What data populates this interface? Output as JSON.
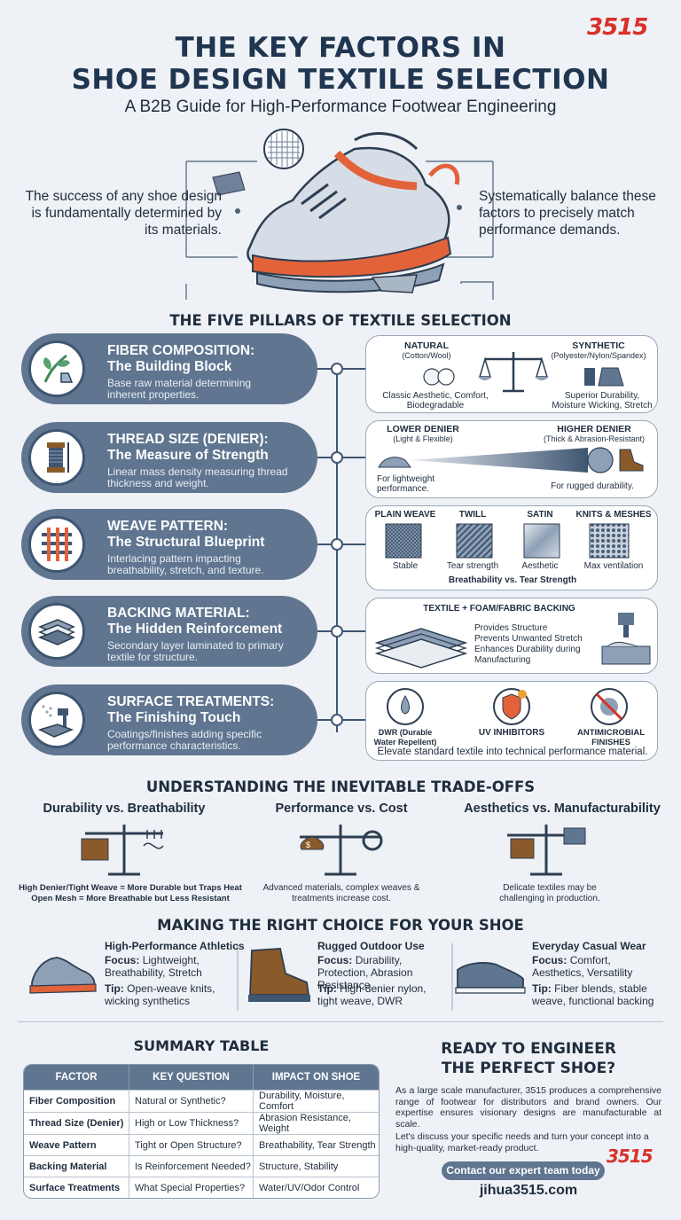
{
  "header": {
    "title_line1": "THE KEY FACTORS IN",
    "title_line2": "SHOE DESIGN TEXTILE SELECTION",
    "subtitle": "A B2B Guide for High-Performance Footwear Engineering",
    "logo": "3515"
  },
  "intro": {
    "left": "The success of any shoe design is fundamentally determined by its materials.",
    "right": "Systematically balance these factors to precisely match performance demands."
  },
  "pillars_heading": "THE FIVE PILLARS OF TEXTILE SELECTION",
  "pillars": [
    {
      "title": "FIBER COMPOSITION:",
      "subtitle": "The Building Block",
      "desc": "Base raw material determining inherent properties.",
      "icon": "leaf-fiber-icon"
    },
    {
      "title": "THREAD SIZE (DENIER):",
      "subtitle": "The Measure of Strength",
      "desc": "Linear mass density measuring thread thickness and weight.",
      "icon": "spool-icon"
    },
    {
      "title": "WEAVE PATTERN:",
      "subtitle": "The Structural Blueprint",
      "desc": "Interlacing pattern impacting breathability, stretch, and texture.",
      "icon": "weave-icon"
    },
    {
      "title": "BACKING MATERIAL:",
      "subtitle": "The Hidden Reinforcement",
      "desc": "Secondary layer laminated to primary textile for structure.",
      "icon": "layers-icon"
    },
    {
      "title": "SURFACE TREATMENTS:",
      "subtitle": "The Finishing Touch",
      "desc": "Coatings/finishes adding specific performance characteristics.",
      "icon": "spray-gun-icon"
    }
  ],
  "panels": {
    "fiber": {
      "natural_label": "NATURAL",
      "natural_sub": "(Cotton/Wool)",
      "natural_desc": "Classic Aesthetic, Comfort, Biodegradable",
      "synthetic_label": "SYNTHETIC",
      "synthetic_sub": "(Polyester/Nylon/Spandex)",
      "synthetic_desc": "Superior Durability, Moisture Wicking, Stretch"
    },
    "denier": {
      "lower_label": "LOWER DENIER",
      "lower_sub": "(Light & Flexible)",
      "lower_desc": "For lightweight performance.",
      "higher_label": "HIGHER DENIER",
      "higher_sub": "(Thick & Abrasion-Resistant)",
      "higher_desc": "For rugged durability."
    },
    "weave": {
      "items": [
        {
          "name": "PLAIN WEAVE",
          "desc": "Stable"
        },
        {
          "name": "TWILL",
          "desc": "Tear strength"
        },
        {
          "name": "SATIN",
          "desc": "Aesthetic"
        },
        {
          "name": "KNITS & MESHES",
          "desc": "Max ventilation"
        }
      ],
      "footer": "Breathability vs. Tear Strength"
    },
    "backing": {
      "heading": "TEXTILE + FOAM/FABRIC BACKING",
      "bullets": [
        "Provides Structure",
        "Prevents Unwanted Stretch",
        "Enhances Durability during Manufacturing"
      ]
    },
    "treatments": {
      "items": [
        {
          "name": "DWR (Durable Water Repellent)"
        },
        {
          "name": "UV INHIBITORS"
        },
        {
          "name": "ANTIMICROBIAL FINISHES"
        }
      ],
      "footer": "Elevate standard textile into technical performance material."
    }
  },
  "tradeoffs": {
    "heading": "UNDERSTANDING THE INEVITABLE TRADE-OFFS",
    "items": [
      {
        "title": "Durability vs. Breathability",
        "line1": "High Denier/Tight Weave = More Durable but Traps Heat",
        "line2": "Open Mesh = More Breathable but Less Resistant"
      },
      {
        "title": "Performance vs. Cost",
        "line1": "Advanced materials, complex weaves &",
        "line2": "treatments increase cost."
      },
      {
        "title": "Aesthetics vs. Manufacturability",
        "line1": "Delicate textiles may be",
        "line2": "challenging in production."
      }
    ]
  },
  "choice": {
    "heading": "MAKING THE RIGHT CHOICE FOR YOUR SHOE",
    "items": [
      {
        "title": "High-Performance Athletics",
        "focus_label": "Focus:",
        "focus": "Lightweight, Breathability, Stretch",
        "tip_label": "Tip:",
        "tip": "Open-weave knits, wicking synthetics"
      },
      {
        "title": "Rugged Outdoor Use",
        "focus_label": "Focus:",
        "focus": "Durability, Protection, Abrasion Resistance",
        "tip_label": "Tip:",
        "tip": "High-denier nylon, tight weave, DWR"
      },
      {
        "title": "Everyday Casual Wear",
        "focus_label": "Focus:",
        "focus": "Comfort, Aesthetics, Versatility",
        "tip_label": "Tip:",
        "tip": "Fiber blends, stable weave, functional backing"
      }
    ]
  },
  "summary": {
    "heading": "SUMMARY TABLE",
    "columns": [
      "FACTOR",
      "KEY QUESTION",
      "IMPACT ON SHOE"
    ],
    "rows": [
      [
        "Fiber Composition",
        "Natural or Synthetic?",
        "Durability, Moisture, Comfort"
      ],
      [
        "Thread Size (Denier)",
        "High or Low Thickness?",
        "Abrasion Resistance, Weight"
      ],
      [
        "Weave Pattern",
        "Tight or Open Structure?",
        "Breathability, Tear Strength"
      ],
      [
        "Backing Material",
        "Is Reinforcement Needed?",
        "Structure, Stability"
      ],
      [
        "Surface Treatments",
        "What Special Properties?",
        "Water/UV/Odor Control"
      ]
    ]
  },
  "cta": {
    "heading_line1": "READY TO ENGINEER",
    "heading_line2": "THE PERFECT SHOE?",
    "para1": "As a large scale manufacturer, 3515 produces a comprehensive range of footwear for distributors and brand owners. Our expertise ensures visionary designs are manufacturable at scale.",
    "para2": "Let's discuss your specific needs and turn your concept into a high-quality, market-ready product.",
    "button": "Contact our expert team today",
    "website": "jihua3515.com",
    "logo": "3515"
  },
  "colors": {
    "navy": "#1f3550",
    "slate": "#5f7590",
    "accent": "#d8302a",
    "orange": "#e2623a"
  }
}
